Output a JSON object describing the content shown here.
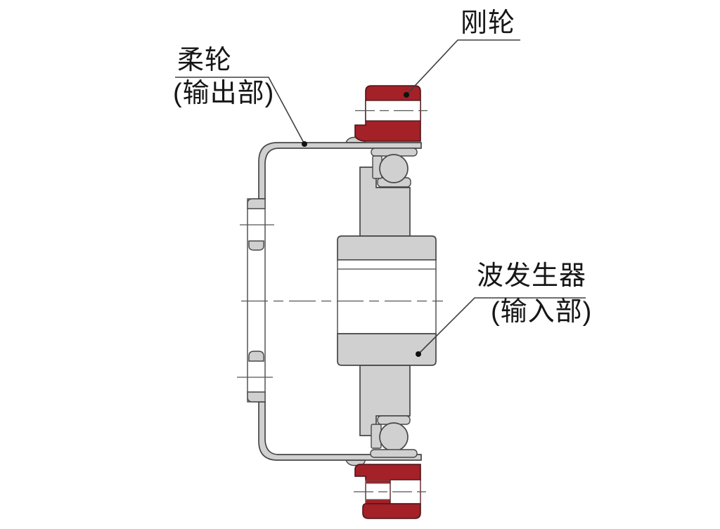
{
  "diagram": {
    "type": "technical-cross-section",
    "labels": {
      "rigid_wheel": {
        "text": "刚轮"
      },
      "flexspline": {
        "line1": "柔轮",
        "line2": "(输出部)"
      },
      "wave_generator": {
        "line1": "波发生器",
        "line2": "(输入部)"
      }
    },
    "colors": {
      "rigid_wheel_red": "#a32127",
      "metal_gray": "#d0d0d0",
      "outline": "#474747",
      "centerline": "#555555",
      "background": "#ffffff",
      "text": "#161616"
    }
  }
}
